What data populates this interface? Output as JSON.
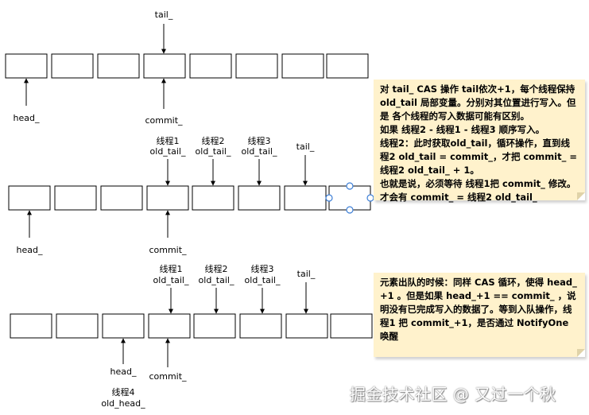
{
  "row1": {
    "labels": {
      "tail": "tail_",
      "head": "head_",
      "commit": "commit_"
    }
  },
  "row2": {
    "labels": {
      "t1_thread": "线程1",
      "t1_var": "old_tail_",
      "t2_thread": "线程2",
      "t2_var": "old_tail_",
      "t3_thread": "线程3",
      "t3_var": "old_tail_",
      "tail": "tail_",
      "head": "head_",
      "commit": "commit_"
    }
  },
  "row3": {
    "labels": {
      "t1_thread": "线程1",
      "t1_var": "old_tail_",
      "t2_thread": "线程2",
      "t2_var": "old_tail_",
      "t3_thread": "线程3",
      "t3_var": "old_tail_",
      "tail": "tail_",
      "head": "head_",
      "commit": "commit_",
      "t4_thread": "线程4",
      "t4_var": "old_head_"
    }
  },
  "note1": {
    "lines": [
      "对 tail_ CAS 操作 tail依次+1，每个线程保持old_tail 局部变量。分别对其位置进行写入。但是 各个线程的写入数据可能有区别。",
      "如果 线程2 - 线程1 - 线程3 顺序写入。",
      "线程2：此时获取old_tail，循环操作，直到线程2 old_tail = commit_，才把 commit_ = 线程2 old_tail_ + 1。",
      "也就是说，必须等待 线程1把 commit_ 修改。才会有 commit_ = 线程2 old_tail_"
    ]
  },
  "note2": {
    "text": "元素出队的时候：同样 CAS 循环，使得 head_ +1 。但是如果 head_+1 == commit_ ，说明没有已完成写入的数据了。等到入队操作，线程1 把 commit_+1，是否通过 NotifyOne 唤醒"
  },
  "watermark": "掘金技术社区 @ 又过一个秋"
}
